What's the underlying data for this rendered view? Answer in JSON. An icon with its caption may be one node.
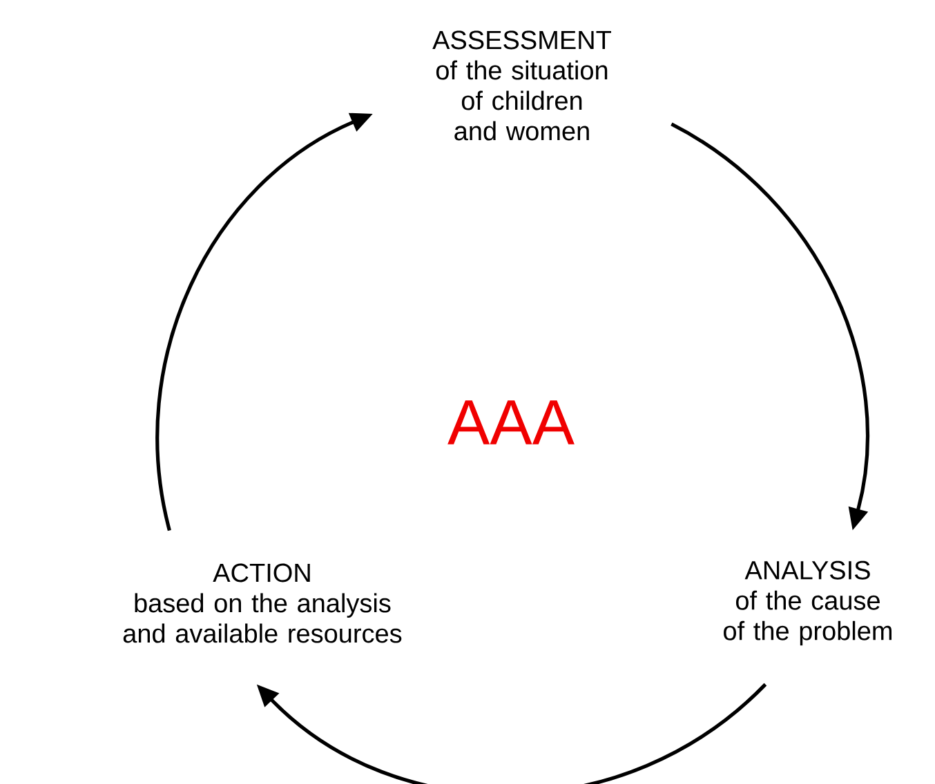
{
  "diagram": {
    "nodes": [
      {
        "text": [
          "ASSESSMENT",
          "of the situation of children and women"
        ]
      },
      {
        "text": [
          "ANALYSIS",
          "of the cause of the problem"
        ]
      },
      {
        "text": [
          "ACTION",
          "based on the analysis and available resources"
        ]
      }
    ],
    "edges": [
      {
        "from": 0,
        "to": 1,
        "arrow": "to"
      },
      {
        "from": 1,
        "to": 2,
        "arrow": "to"
      },
      {
        "from": 2,
        "to": 0,
        "arrow": "to"
      }
    ],
    "labels": [
      "AAA"
    ]
  }
}
